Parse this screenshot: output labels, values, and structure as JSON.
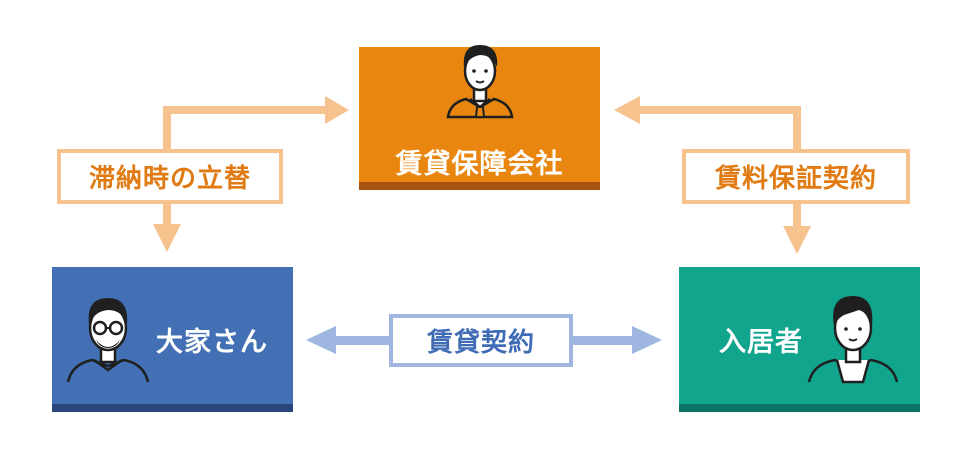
{
  "nodes": {
    "guarantee_company": {
      "label": "賃貸保障会社",
      "color": "#e8860f",
      "accent": "#a85410"
    },
    "landlord": {
      "label": "大家さん",
      "color": "#4370b4",
      "accent": "#28467a"
    },
    "tenant": {
      "label": "入居者",
      "color": "#12a58e",
      "accent": "#0c7466"
    }
  },
  "relations": {
    "left": {
      "label": "滞納時の立替",
      "color": "#f6c28e",
      "text_color": "#e07a12"
    },
    "right": {
      "label": "賃料保証契約",
      "color": "#f6c28e",
      "text_color": "#e07a12"
    },
    "middle": {
      "label": "賃貸契約",
      "color": "#9fb7e0",
      "text_color": "#3f6cb4"
    }
  },
  "icons": [
    "businessman-icon",
    "glasses-man-icon",
    "young-man-icon"
  ]
}
